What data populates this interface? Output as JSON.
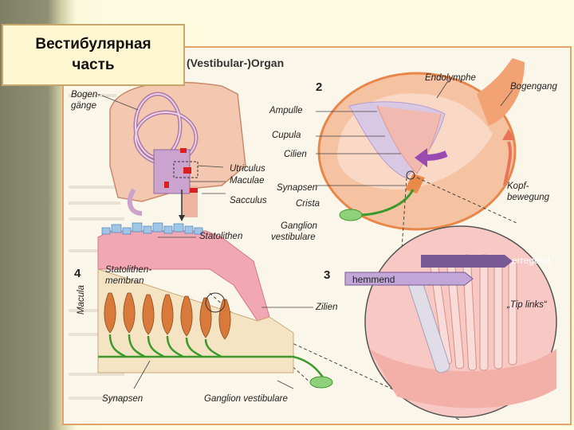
{
  "slide": {
    "title_line1": "Вестибулярная",
    "title_line2": "часть"
  },
  "figure": {
    "organ_title": "(Vestibular-)Organ",
    "panel_numbers": {
      "p2": "2",
      "p3": "3",
      "p4": "4"
    },
    "labels": {
      "bogengaenge": "Bogen-",
      "bogengaenge2": "gänge",
      "utriculus": "Utriculus",
      "maculae": "Maculae",
      "sacculus": "Sacculus",
      "ampulle": "Ampulle",
      "cupula": "Cupula",
      "cilien": "Cilien",
      "synapsen_top": "Synapsen",
      "crista": "Crista",
      "ganglion_top1": "Ganglion",
      "ganglion_top2": "vestibulare",
      "endolymphe": "Endolymphe",
      "bogengang": "Bogengang",
      "kopf1": "Kopf-",
      "kopf2": "bewegung",
      "statolithen": "Statolithen",
      "statomembran1": "Statolithen-",
      "statomembran2": "membran",
      "macula": "Macula",
      "zilien": "Zilien",
      "synapsen_bottom": "Synapsen",
      "ganglion_bottom": "Ganglion vestibulare",
      "erregend": "erregend",
      "hemmend": "hemmend",
      "tip_links": "„Tip links“"
    }
  },
  "colors": {
    "title_box_bg": "#fff6d2",
    "title_box_border": "#c8a86a",
    "nerve_green": "#3a9a2c",
    "arrow_purple": "#8a3a9a",
    "tissue_pink": "#f2b3a8",
    "frame_orange": "#e8874a"
  }
}
